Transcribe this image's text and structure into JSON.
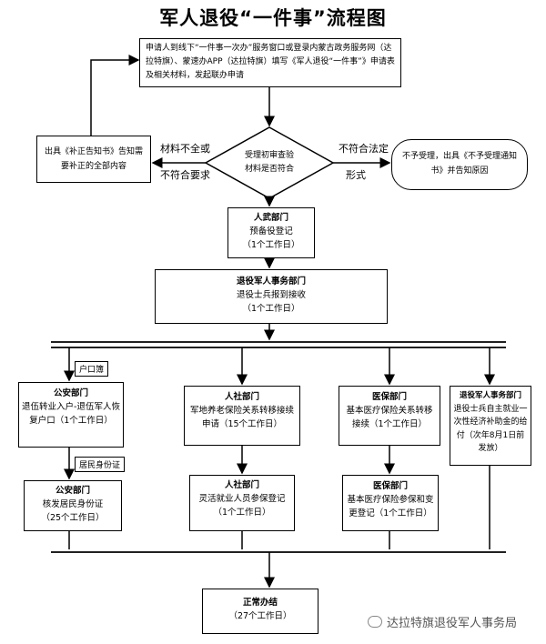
{
  "title": "军人退役“一件事”流程图",
  "apply": "申请人到线下“一件事一次办”服务窗口或登录内蒙古政务服务网（达拉特旗）、蒙速办APP（达拉特旗）填写《军人退役“一件事”》申请表及相关材料，发起联办申请",
  "correction": "出具《补正告知书》告知需要补正的全部内容",
  "decision": {
    "line1": "受理初审查验",
    "line2": "材料是否符合"
  },
  "left_label": {
    "line1": "材料不全或",
    "line2": "不符合要求"
  },
  "right_label": {
    "line1": "不符合法定",
    "line2": "形式"
  },
  "reject": "不予受理，出具《不予受理通知书》并告知原因",
  "armed": {
    "dept": "人武部门",
    "task": "预备役登记",
    "time": "（1个工作日）"
  },
  "veterans": {
    "dept": "退役军人事务部门",
    "task": "退役士兵报到接收",
    "time": "（1个工作日）"
  },
  "hukou_tag": "户口簿",
  "idcard_tag": "居民身份证",
  "police1": {
    "dept": "公安部门",
    "task": "退伍转业入户-退伍军人恢复户口（1个工作日）"
  },
  "police2": {
    "dept": "公安部门",
    "task": "核发居民身份证",
    "time": "（25个工作日）"
  },
  "hr1": {
    "dept": "人社部门",
    "task": "军地养老保险关系转移接续申请（15个工作日）"
  },
  "hr2": {
    "dept": "人社部门",
    "task": "灵活就业人员参保登记",
    "time": "（1个工作日）"
  },
  "med1": {
    "dept": "医保部门",
    "task": "基本医疗保险关系转移接续（1个工作日）"
  },
  "med2": {
    "dept": "医保部门",
    "task": "基本医疗保险参保和变更登记（1个工作日）"
  },
  "vet2": {
    "dept": "退役军人事务部门",
    "task": "退役士兵自主就业一次性经济补助金的给付（次年8月1日前发放）"
  },
  "done": {
    "title": "正常办结",
    "time": "（27个工作日）"
  },
  "watermark": "达拉特旗退役军人事务局"
}
